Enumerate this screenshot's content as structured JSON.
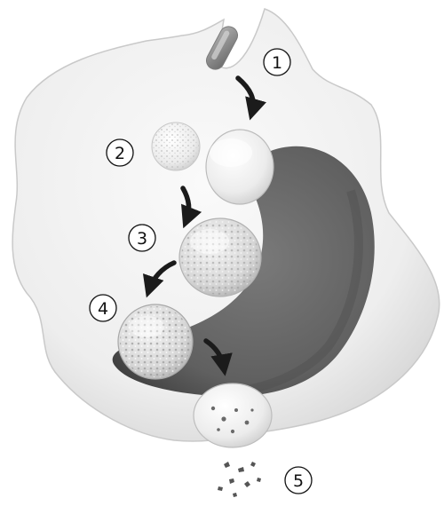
{
  "steps": [
    {
      "id": "1",
      "label": "1"
    },
    {
      "id": "2",
      "label": "2"
    },
    {
      "id": "3",
      "label": "3"
    },
    {
      "id": "4",
      "label": "4"
    },
    {
      "id": "5",
      "label": "5"
    }
  ],
  "colors": {
    "cell_fill": "#eeeeee",
    "cell_outline": "#c9c9c9",
    "nucleus": "#6d6d6d",
    "nucleus_dark": "#4b4b4b",
    "vesicle": "#f4f4f4",
    "arrow": "#1b1b1b",
    "bacterium": "#8a8a8a",
    "debris": "#555555"
  },
  "icons": {
    "bacterium": "rod-bacterium-icon",
    "arrow": "curved-arrow-icon"
  }
}
